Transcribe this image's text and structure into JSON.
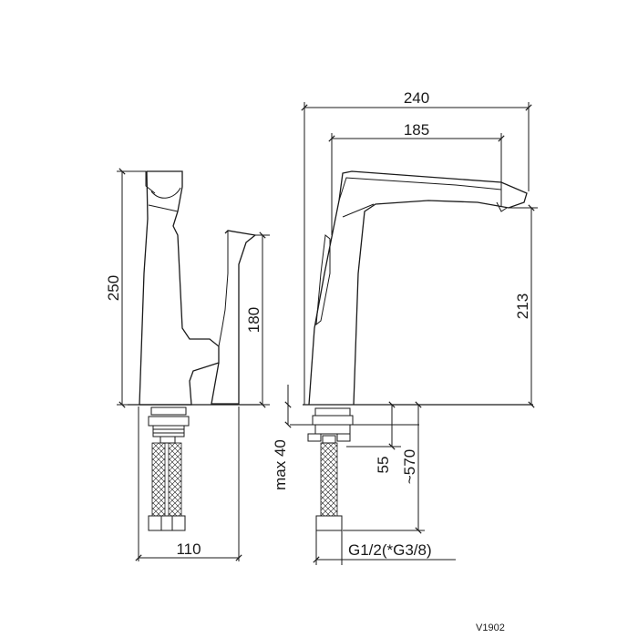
{
  "dimensions": {
    "width_total": "240",
    "spout_reach": "185",
    "height_total": "250",
    "handle_height": "180",
    "spout_height": "213",
    "base_depth": "110",
    "max_thickness": "max 40",
    "shank_length": "55",
    "hose_length": "~570",
    "thread": "G1/2(*G3/8)"
  },
  "model": "V1902",
  "colors": {
    "line": "#1a1a1a",
    "background": "#ffffff"
  }
}
